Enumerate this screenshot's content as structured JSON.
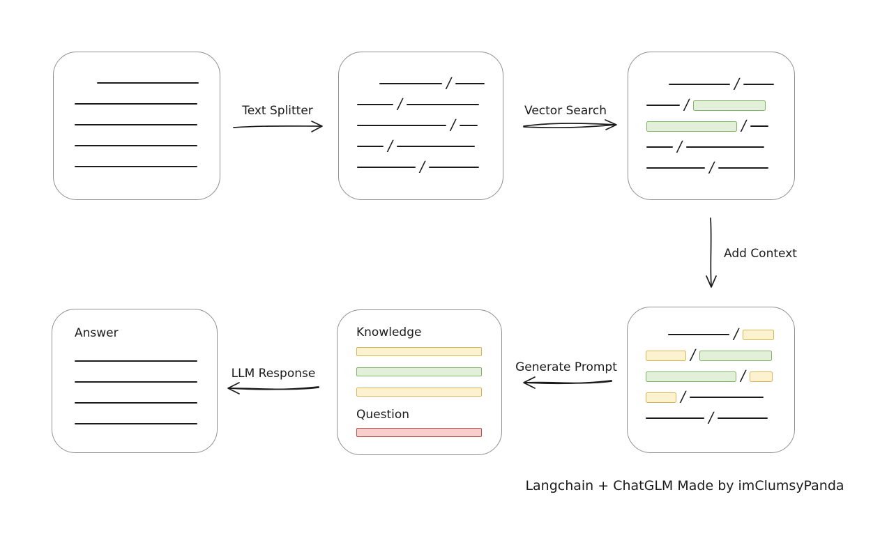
{
  "caption": "Langchain + ChatGLM Made by imClumsyPanda",
  "glyphs": {
    "slash": "/"
  },
  "colors": {
    "stroke": "#1b1b1b",
    "box_border": "#8e8e8e",
    "green_fill": "#e2efd9",
    "green_stroke": "#82b366",
    "yellow_fill": "#fdf2d0",
    "yellow_stroke": "#d6b656",
    "red_fill": "#f8cecc",
    "red_stroke": "#b85450"
  },
  "arrows": {
    "text_splitter": {
      "label": "Text Splitter",
      "direction": "right"
    },
    "vector_search": {
      "label": "Vector Search",
      "direction": "right"
    },
    "add_context": {
      "label": "Add Context",
      "direction": "down"
    },
    "generate_prompt": {
      "label": "Generate Prompt",
      "direction": "left"
    },
    "llm_response": {
      "label": "LLM Response",
      "direction": "left"
    }
  },
  "boxes": {
    "document": {
      "rows": [
        [
          {
            "t": "gap",
            "w": 26
          },
          {
            "t": "line",
            "w": 146
          }
        ],
        [
          {
            "t": "line",
            "w": 176
          }
        ],
        [
          {
            "t": "line",
            "w": 176
          }
        ],
        [
          {
            "t": "line",
            "w": 176
          }
        ],
        [
          {
            "t": "line",
            "w": 176
          }
        ]
      ]
    },
    "chunks": {
      "rows": [
        [
          {
            "t": "gap",
            "w": 26
          },
          {
            "t": "line",
            "w": 90
          },
          {
            "t": "slash"
          },
          {
            "t": "line",
            "w": 42
          }
        ],
        [
          {
            "t": "line",
            "w": 52
          },
          {
            "t": "slash"
          },
          {
            "t": "line",
            "w": 104
          }
        ],
        [
          {
            "t": "line",
            "w": 128
          },
          {
            "t": "slash"
          },
          {
            "t": "line",
            "w": 26
          }
        ],
        [
          {
            "t": "line",
            "w": 38
          },
          {
            "t": "slash"
          },
          {
            "t": "line",
            "w": 112
          }
        ],
        [
          {
            "t": "line",
            "w": 84
          },
          {
            "t": "slash"
          },
          {
            "t": "line",
            "w": 72
          }
        ]
      ]
    },
    "search_results": {
      "rows": [
        [
          {
            "t": "gap",
            "w": 26
          },
          {
            "t": "line",
            "w": 88
          },
          {
            "t": "slash"
          },
          {
            "t": "line",
            "w": 44
          }
        ],
        [
          {
            "t": "line",
            "w": 48
          },
          {
            "t": "slash"
          },
          {
            "t": "chip",
            "c": "green",
            "w": 104
          }
        ],
        [
          {
            "t": "chip",
            "c": "green",
            "w": 130
          },
          {
            "t": "slash"
          },
          {
            "t": "line",
            "w": 26
          }
        ],
        [
          {
            "t": "line",
            "w": 38
          },
          {
            "t": "slash"
          },
          {
            "t": "line",
            "w": 112
          }
        ],
        [
          {
            "t": "line",
            "w": 84
          },
          {
            "t": "slash"
          },
          {
            "t": "line",
            "w": 72
          }
        ]
      ]
    },
    "context": {
      "rows": [
        [
          {
            "t": "gap",
            "w": 26
          },
          {
            "t": "line",
            "w": 88
          },
          {
            "t": "slash"
          },
          {
            "t": "chip",
            "c": "yellow",
            "w": 45
          }
        ],
        [
          {
            "t": "chip",
            "c": "yellow",
            "w": 58
          },
          {
            "t": "slash"
          },
          {
            "t": "chip",
            "c": "green",
            "w": 104
          }
        ],
        [
          {
            "t": "chip",
            "c": "green",
            "w": 130
          },
          {
            "t": "slash"
          },
          {
            "t": "chip",
            "c": "yellow",
            "w": 33
          }
        ],
        [
          {
            "t": "chip",
            "c": "yellow",
            "w": 44
          },
          {
            "t": "slash"
          },
          {
            "t": "line",
            "w": 106
          }
        ],
        [
          {
            "t": "line",
            "w": 84
          },
          {
            "t": "slash"
          },
          {
            "t": "line",
            "w": 72
          }
        ]
      ]
    },
    "prompt": {
      "knowledge_label": "Knowledge",
      "question_label": "Question",
      "knowledge_bars": [
        [
          {
            "t": "bar",
            "c": "yellow",
            "w": 180
          }
        ],
        [
          {
            "t": "bar",
            "c": "green",
            "w": 180
          }
        ],
        [
          {
            "t": "bar",
            "c": "yellow",
            "w": 180
          }
        ]
      ],
      "question_bars": [
        [
          {
            "t": "bar",
            "c": "red",
            "w": 180
          }
        ]
      ]
    },
    "answer": {
      "label": "Answer",
      "rows": [
        [
          {
            "t": "line",
            "w": 176
          }
        ],
        [
          {
            "t": "line",
            "w": 176
          }
        ],
        [
          {
            "t": "line",
            "w": 176
          }
        ],
        [
          {
            "t": "line",
            "w": 176
          }
        ]
      ]
    }
  }
}
